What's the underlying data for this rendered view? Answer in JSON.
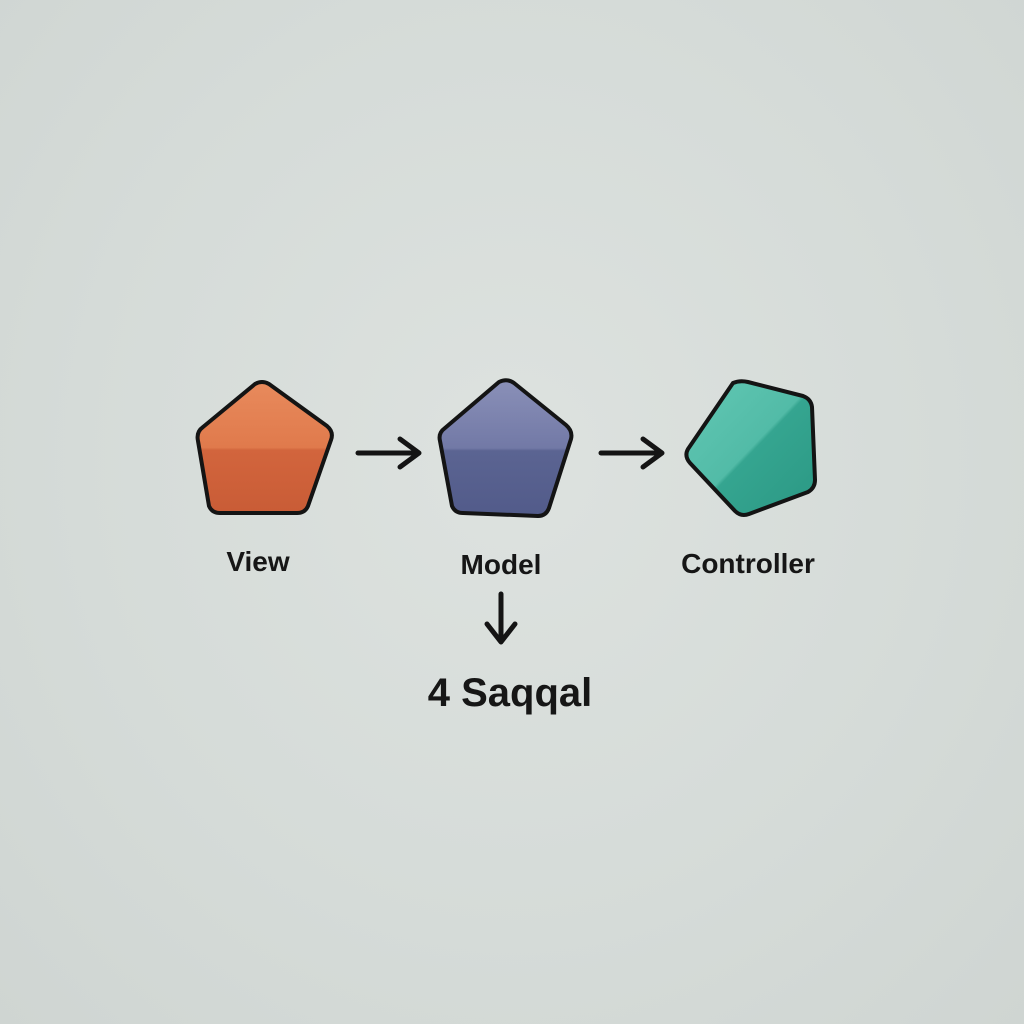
{
  "diagram": {
    "nodes": [
      {
        "id": "view",
        "label": "View",
        "color": "#e07a4c",
        "shade": "#cc5f37",
        "shape": "pentagon-icon"
      },
      {
        "id": "model",
        "label": "Model",
        "color": "#7a80ad",
        "shade": "#525c8c",
        "shape": "pentagon-icon"
      },
      {
        "id": "controller",
        "label": "Controller",
        "color": "#4fbca8",
        "shade": "#2e9c88",
        "shape": "pentagon-icon"
      }
    ],
    "edges": [
      {
        "from": "view",
        "to": "model",
        "icon": "arrow-right-icon"
      },
      {
        "from": "model",
        "to": "controller",
        "icon": "arrow-right-icon"
      },
      {
        "from": "model",
        "to": "result",
        "icon": "arrow-down-icon"
      }
    ],
    "result": {
      "label": "4 Saqqal"
    }
  },
  "colors": {
    "background": "#d6dcd9",
    "stroke": "#141414",
    "text": "#161616"
  }
}
